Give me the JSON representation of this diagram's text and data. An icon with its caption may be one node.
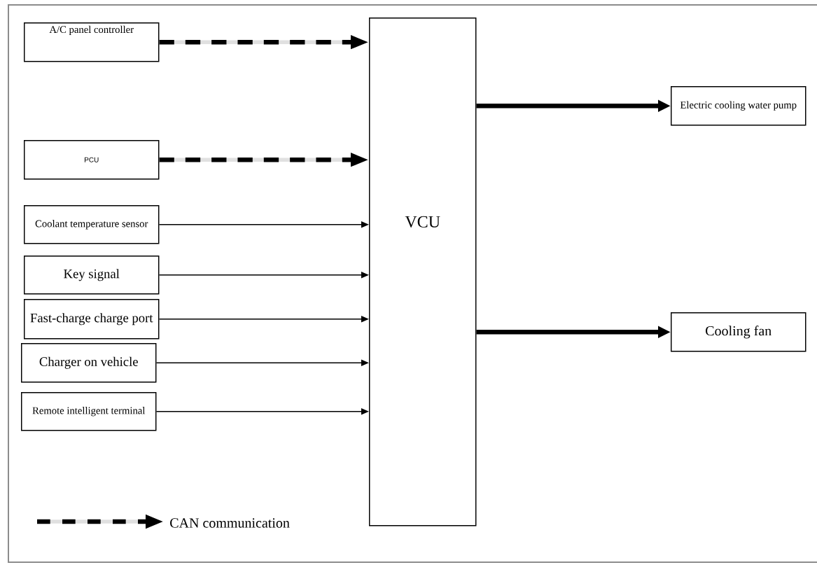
{
  "diagram": {
    "nodes": [
      {
        "text": [
          "A/C panel controller"
        ]
      },
      {
        "text": [
          "PCU"
        ]
      },
      {
        "text": [
          "Coolant temperature sensor"
        ]
      },
      {
        "text": [
          "Key signal"
        ]
      },
      {
        "text": [
          "Fast-charge charge port"
        ]
      },
      {
        "text": [
          "Charger on vehicle"
        ]
      },
      {
        "text": [
          "Remote intelligent terminal"
        ]
      },
      {
        "text": [
          "VCU"
        ]
      },
      {
        "text": [
          "Electric cooling water pump"
        ]
      },
      {
        "text": [
          "Cooling fan"
        ]
      }
    ],
    "edges": [
      {
        "from": 0,
        "to": 7,
        "arrow": "to",
        "style": "dashed"
      },
      {
        "from": 1,
        "to": 7,
        "arrow": "to",
        "style": "dashed"
      },
      {
        "from": 2,
        "to": 7,
        "arrow": "to"
      },
      {
        "from": 3,
        "to": 7,
        "arrow": "to"
      },
      {
        "from": 4,
        "to": 7,
        "arrow": "to"
      },
      {
        "from": 5,
        "to": 7,
        "arrow": "to"
      },
      {
        "from": 6,
        "to": 7,
        "arrow": "to"
      },
      {
        "from": 7,
        "to": 8,
        "arrow": "to",
        "style": "thick"
      },
      {
        "from": 7,
        "to": 9,
        "arrow": "to",
        "style": "thick"
      }
    ],
    "legend": [
      {
        "text": "CAN communication"
      }
    ]
  }
}
